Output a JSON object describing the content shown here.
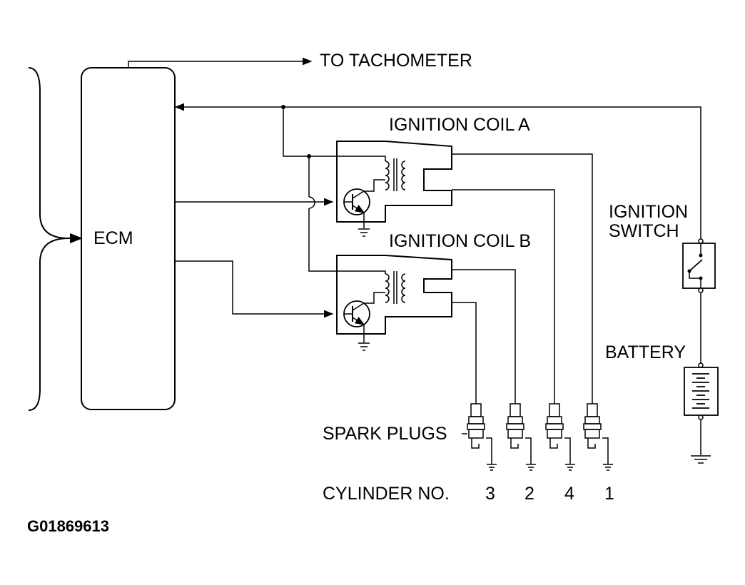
{
  "labels": {
    "ecm": "ECM",
    "to_tachometer": "TO TACHOMETER",
    "coil_a": "IGNITION COIL A",
    "coil_b": "IGNITION COIL B",
    "ignition_switch_line1": "IGNITION",
    "ignition_switch_line2": "SWITCH",
    "battery": "BATTERY",
    "spark_plugs": "SPARK PLUGS",
    "cylinder_no": "CYLINDER NO.",
    "figure_id": "G01869613"
  },
  "cylinders": [
    "3",
    "2",
    "4",
    "1"
  ],
  "colors": {
    "line": "#000000",
    "background": "#ffffff"
  }
}
